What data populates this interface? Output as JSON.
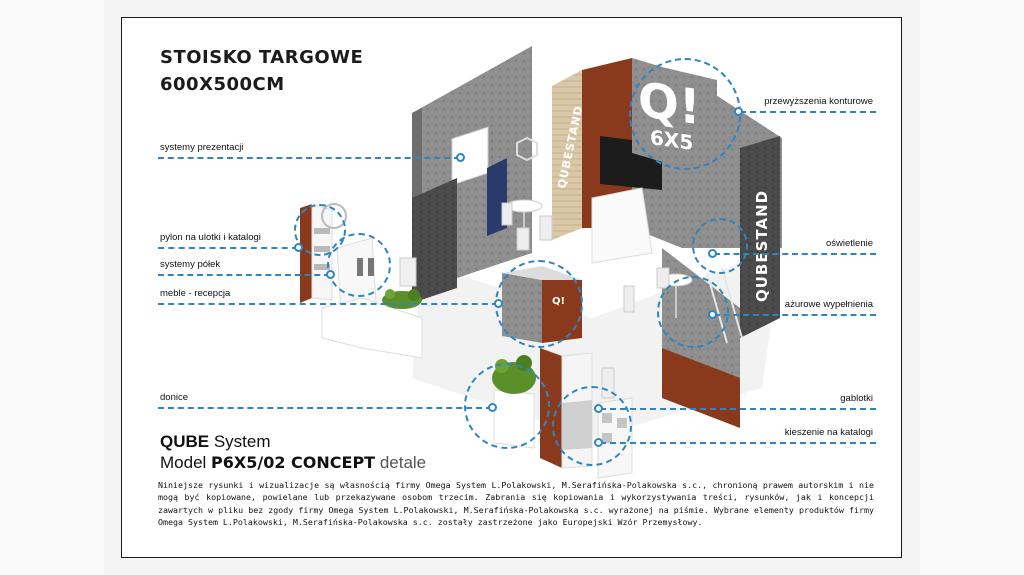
{
  "title": {
    "line1": "STOISKO TARGOWE",
    "line2": "600X500CM"
  },
  "labels": {
    "left": [
      "systemy prezentacji",
      "pylon na ulotki i katalogi",
      "systemy półek",
      "meble - recepcja",
      "donice"
    ],
    "right": [
      "przewyższenia konturowe",
      "oświetlenie",
      "ażurowe wypełnienia",
      "gablotki",
      "kieszenie na katalogi"
    ]
  },
  "booth": {
    "brand_vertical": "QUBESTAND",
    "brand_top": "QUBESTAND",
    "logo_q": "Q!",
    "logo_size": "6X5",
    "reception_logo": "Q!"
  },
  "product": {
    "system_bold": "QUBE",
    "system_rest": " System",
    "model_prefix": "Model ",
    "model_bold": "P6X5/02 CONCEPT",
    "model_suffix": " detale"
  },
  "notice": "Niniejsze rysunki i wizualizacje są własnością firmy Omega System L.Polakowski, M.Serafińska-Polakowska s.c., chronioną prawem autorskim i nie mogą być kopiowane, powielane lub przekazywane osobom trzecim. Zabrania się kopiowania i wykorzystywania treści, rysunków, jak i koncepcji zawartych w pliku bez zgody firmy Omega System L.Polakowski, M.Serafińska-Polakowska s.c. wyrażonej na piśmie. Wybrane elementy produktów firmy Omega System L.Polakowski, M.Serafińska-Polakowska s.c. zostały zastrzeżone jako Europejski Wzór Przemysłowy.",
  "colors": {
    "accent_blue": "#2e86c1",
    "wall_rust": "#8a3a1c",
    "wall_concrete": "#8c8c8c",
    "wall_dark": "#3f3f3f",
    "plant_green": "#5a8f2a",
    "frame": "#1a1a1a"
  }
}
